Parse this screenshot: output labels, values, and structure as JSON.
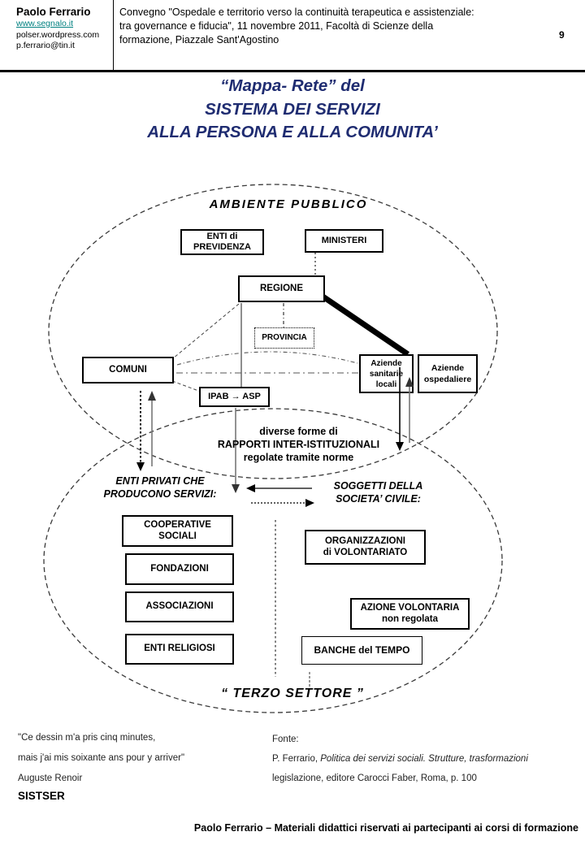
{
  "colors": {
    "accent_navy": "#1f2c71",
    "link_teal": "#008080"
  },
  "header": {
    "author": "Paolo Ferrario",
    "site": "www.segnalo.it",
    "blog": "polser.wordpress.com",
    "email": "p.ferrario@tin.it",
    "conference": "Convegno \"Ospedale e territorio verso la continuità terapeutica e assistenziale:\ntra governance e fiducia\", 11 novembre 2011, Facoltà di Scienze della\nformazione, Piazzale Sant'Agostino",
    "page_number": "9"
  },
  "title": {
    "line1": "“Mappa- Rete” del",
    "line2": "SISTEMA DEI SERVIZI",
    "line3": "ALLA PERSONA E ALLA COMUNITA’"
  },
  "diagram": {
    "ambiente_pubblico": "AMBIENTE  PUBBLICO",
    "rapporti": "diverse forme di\nRAPPORTI INTER-ISTITUZIONALI\nregolate tramite norme",
    "enti_privati": "ENTI PRIVATI CHE\nPRODUCONO SERVIZI:",
    "soggetti_civile": "SOGGETTI DELLA\nSOCIETA’ CIVILE:",
    "terzo_settore": "“ TERZO  SETTORE ”",
    "boxes": {
      "enti_previdenza": "ENTI di\nPREVIDENZA",
      "ministeri": "MINISTERI",
      "regione": "REGIONE",
      "provincia": "PROVINCIA",
      "comuni": "COMUNI",
      "ipab_asp": "IPAB → ASP",
      "aziende_sanitarie": "Aziende\nsanitarie\nlocali",
      "aziende_ospedaliere": "Aziende\nospedaliere",
      "cooperative_sociali": "COOPERATIVE\nSOCIALI",
      "fondazioni": "FONDAZIONI",
      "associazioni": "ASSOCIAZIONI",
      "enti_religiosi": "ENTI RELIGIOSI",
      "organizzazioni_volontariato": "ORGANIZZAZIONI\ndi  VOLONTARIATO",
      "azione_volontaria": "AZIONE VOLONTARIA\nnon regolata",
      "banche_tempo": "BANCHE  del TEMPO"
    }
  },
  "footnote": {
    "quote_line1": "\"Ce dessin m'a pris cinq minutes,",
    "quote_line2": "mais j'ai mis soixante ans pour y arriver\"",
    "quote_author": "Auguste Renoir",
    "sigla": "SISTSER",
    "fonte_label": "Fonte:",
    "fonte_author": "P. Ferrario, ",
    "fonte_title": "Politica dei servizi sociali. Strutture, trasformazioni",
    "fonte_line2": "legislazione, editore Carocci Faber, Roma, p. 100"
  },
  "footer": {
    "credit": "Paolo Ferrario – Materiali didattici riservati ai partecipanti ai corsi di formazione"
  }
}
